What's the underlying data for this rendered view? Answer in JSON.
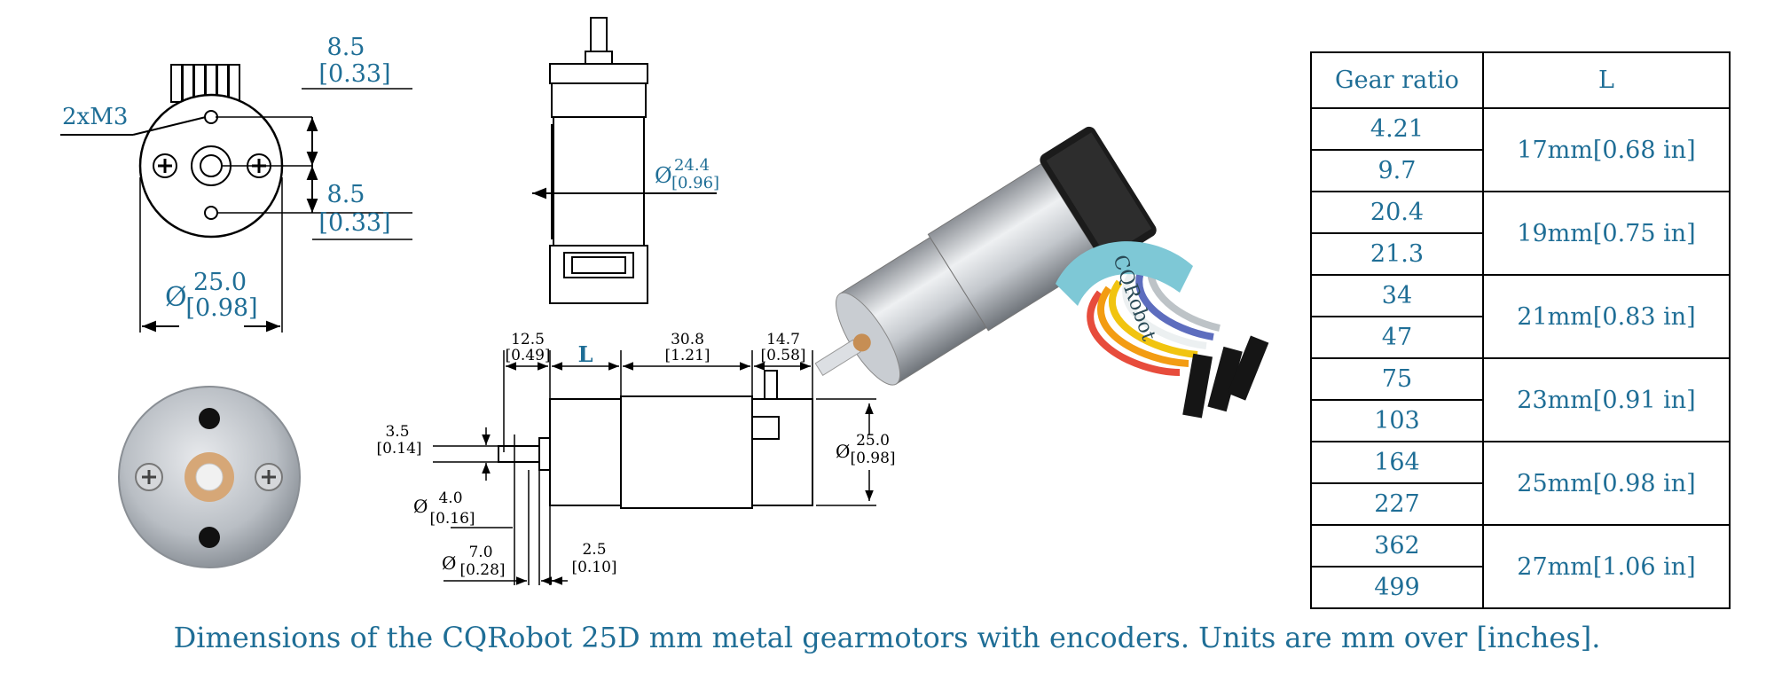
{
  "front_view": {
    "m3_label": "2xM3",
    "top_dim": "8.5",
    "top_dim_in": "[0.33]",
    "bottom_dim": "8.5",
    "bottom_dim_in": "[0.33]",
    "diameter_symbol": "Ø",
    "diameter": "25.0",
    "diameter_in": "[0.98]"
  },
  "top_view": {
    "diameter_symbol": "Ø",
    "diameter": "24.4",
    "diameter_in": "[0.96]"
  },
  "side_view": {
    "d1": "12.5",
    "d1_in": "[0.49]",
    "l_label": "L",
    "d2": "30.8",
    "d2_in": "[1.21]",
    "d3": "14.7",
    "d3_in": "[0.58]",
    "shaft_flat": "3.5",
    "shaft_flat_in": "[0.14]",
    "shaft_diam_symbol": "Ø",
    "shaft_diam": "4.0",
    "shaft_diam_in": "[0.16]",
    "boss_diam_symbol": "Ø",
    "boss_diam": "7.0",
    "boss_diam_in": "[0.28]",
    "boss_len": "2.5",
    "boss_len_in": "[0.10]",
    "body_diam_symbol": "Ø",
    "body_diam": "25.0",
    "body_diam_in": "[0.98]"
  },
  "product_photo": {
    "strap_brand": "CQRobot"
  },
  "gear_table": {
    "headers": [
      "Gear ratio",
      "L"
    ],
    "groups": [
      {
        "ratios": [
          "4.21",
          "9.7"
        ],
        "length": "17mm[0.68 in]"
      },
      {
        "ratios": [
          "20.4",
          "21.3"
        ],
        "length": "19mm[0.75 in]"
      },
      {
        "ratios": [
          "34",
          "47"
        ],
        "length": "21mm[0.83 in]"
      },
      {
        "ratios": [
          "75",
          "103"
        ],
        "length": "23mm[0.91 in]"
      },
      {
        "ratios": [
          "164",
          "227"
        ],
        "length": "25mm[0.98 in]"
      },
      {
        "ratios": [
          "362",
          "499"
        ],
        "length": "27mm[1.06 in]"
      }
    ]
  },
  "caption": "Dimensions of the CQRobot 25D mm metal gearmotors with encoders. Units are mm over [inches].",
  "colors": {
    "accent": "#1f6e96",
    "line": "#000000"
  }
}
